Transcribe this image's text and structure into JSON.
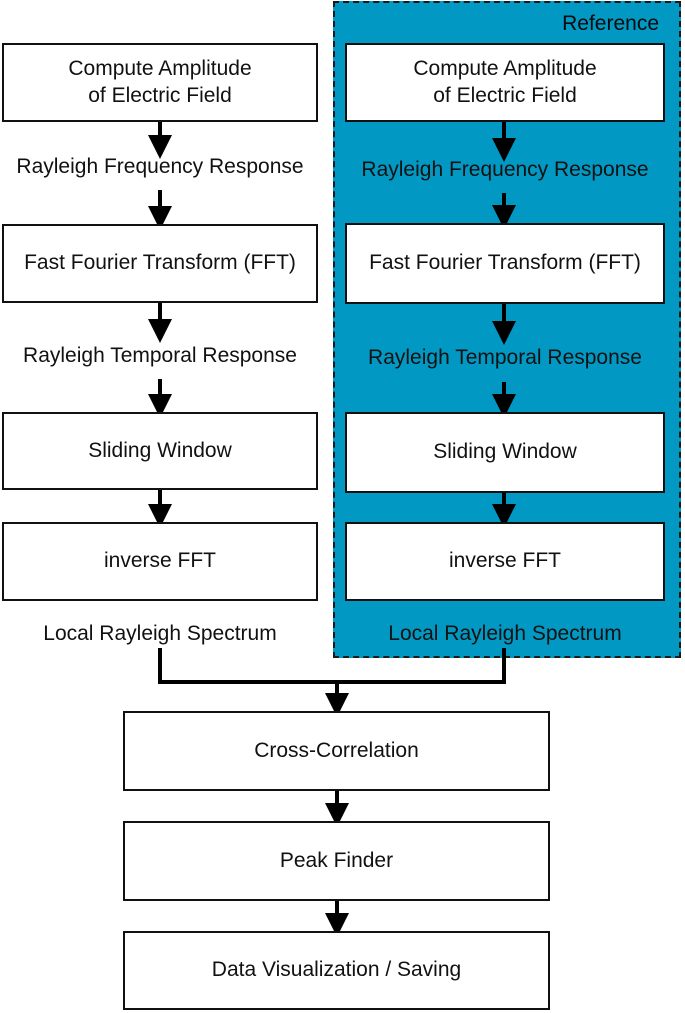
{
  "reference_panel": {
    "title": "Reference",
    "color": "#0199c4"
  },
  "left_column": {
    "step1": "Compute Amplitude\nof Electric Field",
    "label1": "Rayleigh Frequency Response",
    "step2": "Fast Fourier Transform (FFT)",
    "label2": "Rayleigh Temporal Response",
    "step3": "Sliding Window",
    "step4": "inverse FFT",
    "label3": "Local Rayleigh Spectrum"
  },
  "right_column": {
    "step1": "Compute Amplitude\nof Electric Field",
    "label1": "Rayleigh Frequency Response",
    "step2": "Fast Fourier Transform (FFT)",
    "label2": "Rayleigh Temporal Response",
    "step3": "Sliding Window",
    "step4": "inverse FFT",
    "label3": "Local Rayleigh Spectrum"
  },
  "bottom": {
    "cross_correlation": "Cross-Correlation",
    "peak_finder": "Peak Finder",
    "data_visualization": "Data Visualization / Saving"
  }
}
